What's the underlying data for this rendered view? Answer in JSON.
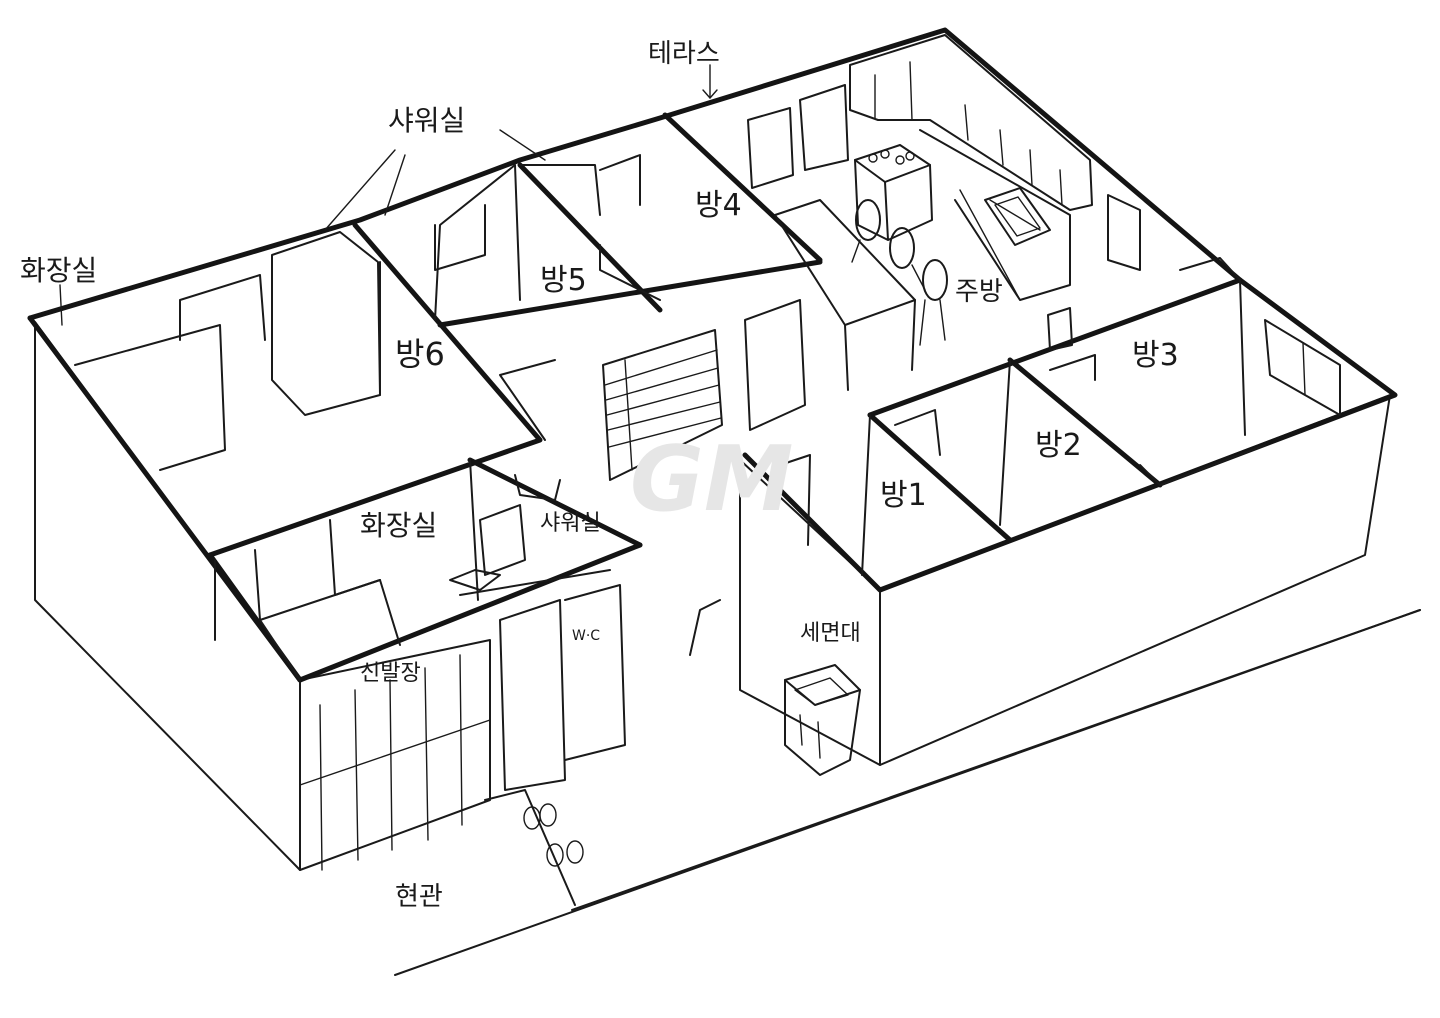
{
  "labels": {
    "terrace": "테라스",
    "shower_top": "샤워실",
    "toilet_left": "화장실",
    "room6": "방6",
    "room5": "방5",
    "room4": "방4",
    "kitchen": "주방",
    "room3": "방3",
    "room2": "방2",
    "room1": "방1",
    "toilet_mid": "화장실",
    "shower_mid": "샤워실",
    "wc": "W·C",
    "shoe_cabinet": "신발장",
    "entrance": "현관",
    "washstand": "세면대"
  },
  "watermark": "GM"
}
